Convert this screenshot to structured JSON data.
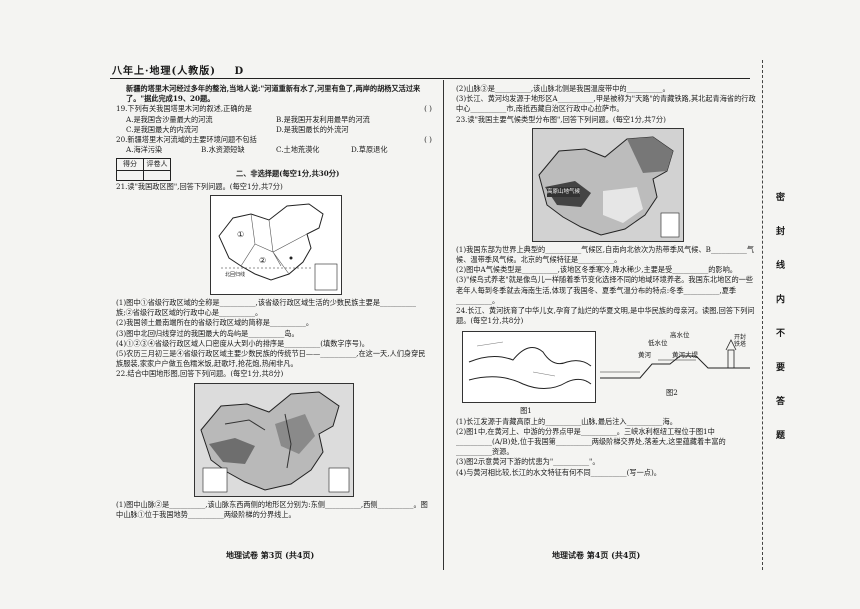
{
  "header": {
    "title": "八年上·地理(人教版)",
    "grade_mark": "D"
  },
  "left": {
    "intro": "新疆的塔里木河经过多年的整治,当地人说:\"河道重新有水了,河里有鱼了,两岸的胡杨又活过来了。\"据此完成19、20题。",
    "q19": {
      "stem": "19.下列有关我国塔里木河的叙述,正确的是",
      "paren": "(    )",
      "opts": [
        "A.是我国含沙量最大的河流",
        "B.是我国开发利用最早的河流",
        "C.是我国最大的内流河",
        "D.是我国最长的外流河"
      ]
    },
    "q20": {
      "stem": "20.新疆塔里木河流域的主要环境问题不包括",
      "paren": "(    )",
      "opts": [
        "A.海洋污染",
        "B.水资源短缺",
        "C.土地荒漠化",
        "D.草原退化"
      ]
    },
    "score": {
      "a": "得分",
      "b": "评卷人"
    },
    "section2": "二、非选择题(每空1分,共30分)",
    "q21": {
      "stem": "21.读\"我国政区图\",回答下列问题。(每空1分,共7分)",
      "map_label": "北回归线",
      "m1": "①",
      "m2": "②"
    },
    "q21_lines": [
      "(1)图中①省级行政区域的全称是__________,该省级行政区域生活的少数民族主要是__________族;②省级行政区域的行政中心是__________。",
      "(2)我国领土最南端所在的省级行政区域的简称是__________。",
      "(3)图中北回归线穿过的我国最大的岛屿是__________岛。",
      "(4)①②③④省级行政区域人口密度从大到小的排序是__________(填数字序号)。",
      "(5)农历三月初三是④省级行政区域主要少数民族的传统节日——__________,在这一天,人们身穿民族服装,家家户户做五色糯米饭,赶歌圩,抢花炮,热闹非凡。"
    ],
    "q22": {
      "stem": "22.结合中国地形图,回答下列问题。(每空1分,共8分)"
    },
    "q22_lines": [
      "(1)图中山脉②是__________,该山脉东西两侧的地形区分别为:东侧__________,西侧__________。图中山脉①位于我国地势__________两级阶梯的分界线上。"
    ],
    "footer": "地理试卷  第3页  (共4页)"
  },
  "right": {
    "lines_top": [
      "(2)山脉③是__________,该山脉北侧是我国温度带中的__________。",
      "(3)长江、黄河均发源于地形区A__________,甲是被称为\"天路\"的青藏铁路,其北起青海省的行政中心__________市,南抵西藏自治区行政中心拉萨市。"
    ],
    "q23": {
      "stem": "23.读\"我国主要气候类型分布图\",回答下列问题。(每空1分,共7分)",
      "map_tag": "高原山地气候"
    },
    "q23_lines": [
      "(1)我国东部为世界上典型的__________气候区,自南向北依次为热带季风气候、B__________气候、温带季风气候。北京的气候特征是__________。",
      "(2)图中A气候类型是__________,该地区冬季寒冷,降水稀少,主要是受__________的影响。",
      "(3)\"候鸟式养老\"就是像鸟儿一样随着季节变化选择不同的地域环境养老。我国东北地区的一些老年人每到冬季就去海南生活,体现了我国冬、夏季气温分布的特点:冬季__________,夏季__________。"
    ],
    "q24": {
      "stem": "24.长江、黄河抚育了中华儿女,孕育了灿烂的华夏文明,是中华民族的母亲河。读图,回答下列问题。(每空1分,共8分)",
      "fig1": "图1",
      "fig2": "图2",
      "lbl_low": "低水位",
      "lbl_high": "高水位",
      "lbl_river": "黄河",
      "lbl_dam": "黄河大堤",
      "lbl_city": "开封铁塔"
    },
    "q24_lines": [
      "(1)长江发源于青藏高原上的__________山脉,最后注入__________海。",
      "(2)图1中,在黄河上、中游的分界点甲是__________。三峡水利枢纽工程位于图1中__________(A/B)处,位于我国第__________两级阶梯交界处,落差大,这里蕴藏着丰富的__________资源。",
      "(3)图2示意黄河下游的忧患为\"__________\"。",
      "(4)与黄河相比较,长江的水文特征有何不同__________(写一点)。"
    ],
    "footer": "地理试卷  第4页  (共4页)"
  },
  "side": [
    "密",
    "封",
    "线",
    "内",
    "不",
    "要",
    "答",
    "题"
  ]
}
